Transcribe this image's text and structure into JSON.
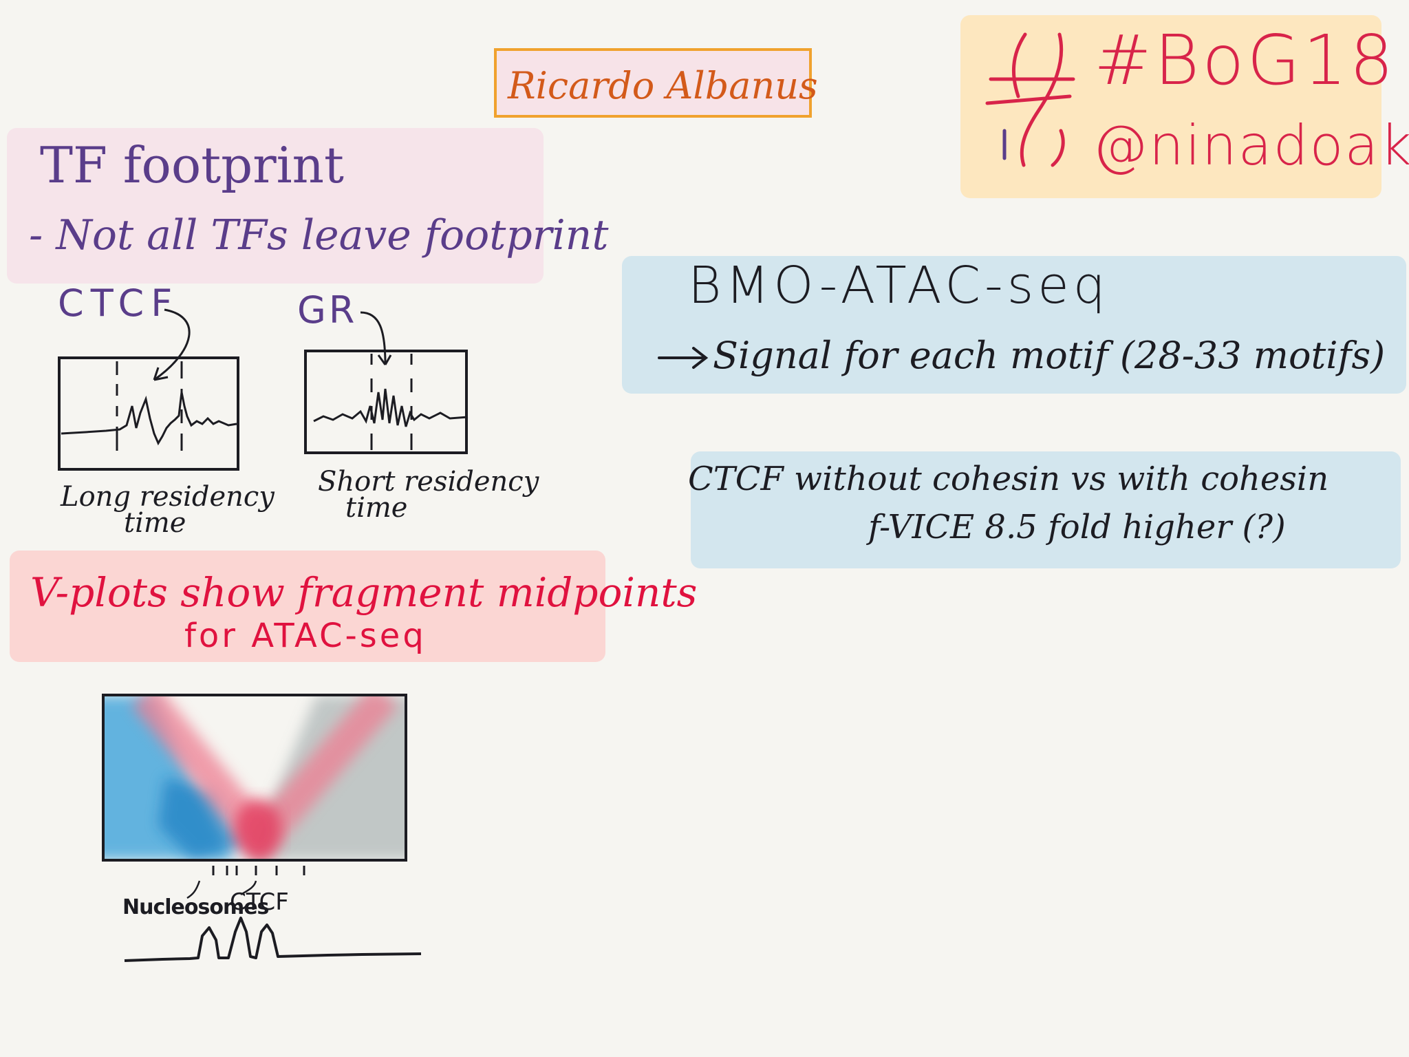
{
  "speaker": "Ricardo Albanus",
  "hashtag": {
    "tag": "#BoG18",
    "handle": "@ninadoak"
  },
  "tf_section": {
    "title": "TF footprint",
    "note": "- Not all TFs leave footprint"
  },
  "plots": {
    "ctcf": {
      "label": "CTCF",
      "caption_line1": "Long residency",
      "caption_line2": "time"
    },
    "gr": {
      "label": "GR",
      "caption_line1": "Short residency",
      "caption_line2": "time"
    }
  },
  "vplot": {
    "heading_line1": "V-plots show fragment midpoints",
    "heading_line2": "for ATAC-seq",
    "label_nucleosomes": "Nucleosomes",
    "label_ctcf": "CTCF"
  },
  "bmo": {
    "title": "BMO-ATAC-seq",
    "arrow_note": "Signal for each motif (28-33 motifs)"
  },
  "cohesin": {
    "line1": "CTCF without cohesin vs  with cohesin",
    "line2": "f-VICE 8.5 fold higher (?)"
  },
  "colors": {
    "purple_text": "#5a3d8a",
    "red_text": "#e0123f",
    "orange_text": "#d35a1a",
    "ink": "#1c1c22",
    "pink_highlight": "#f6e4ea",
    "salmon_highlight": "#fbd6d3",
    "blue_highlight": "#d3e6ee",
    "yellow_highlight": "#fde7bf"
  }
}
